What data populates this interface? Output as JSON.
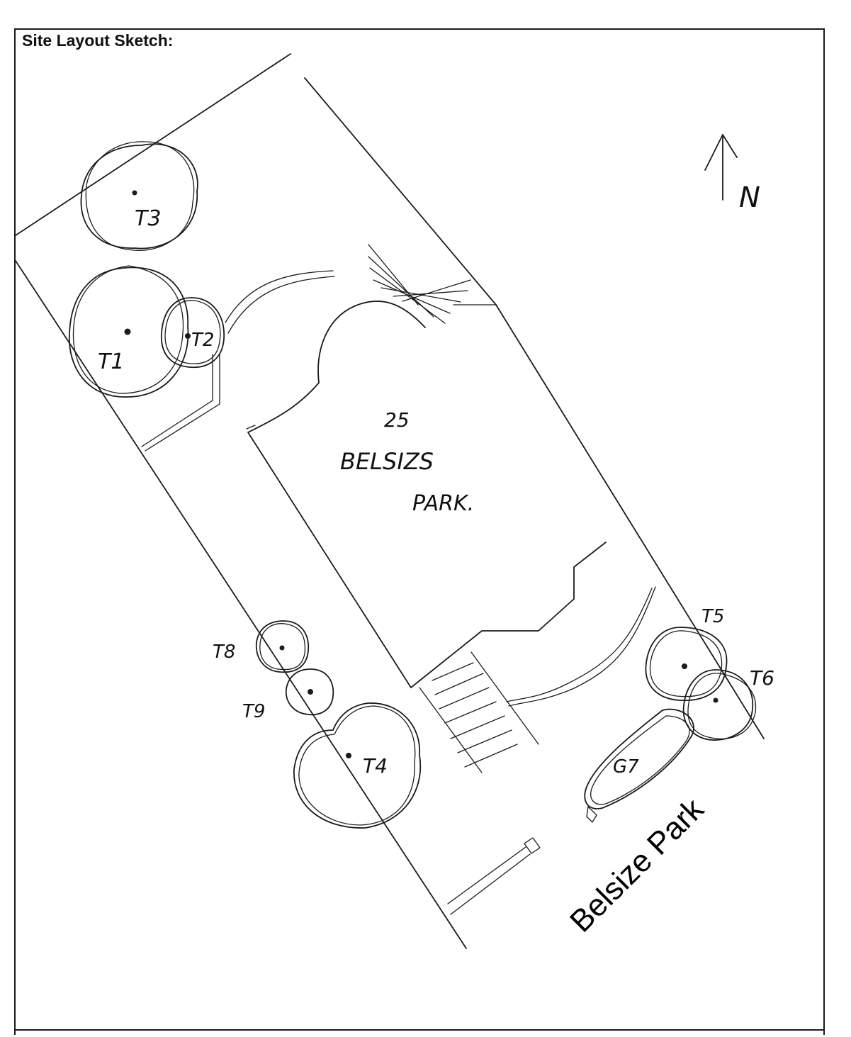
{
  "header": {
    "title": "Site Layout Sketch:"
  },
  "building": {
    "number": "25",
    "name_line1": "BELSIZS",
    "name_line2": "PARK."
  },
  "north": {
    "label": "N"
  },
  "street": {
    "label": "Belsize Park"
  },
  "trees": {
    "t1": "T1",
    "t2": "T2",
    "t3": "T3",
    "t4": "T4",
    "t5": "T5",
    "t6": "T6",
    "t8": "T8",
    "t9": "T9",
    "g7": "G7"
  },
  "colors": {
    "ink": "#1b1b1b",
    "paper": "#ffffff"
  }
}
